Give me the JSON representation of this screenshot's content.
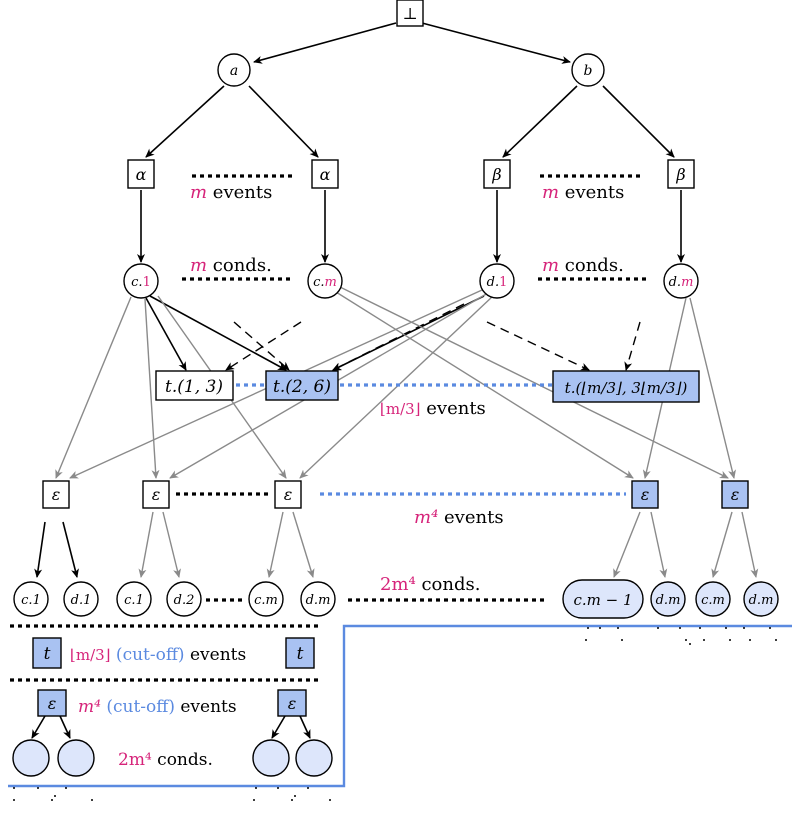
{
  "nodes": {
    "bottom": "⊥",
    "a": "a",
    "b": "b",
    "alpha": "α",
    "beta": "β",
    "c1_prefix": "c.",
    "c1_index": "1",
    "cm_prefix": "c.",
    "cm_index": "m",
    "d1_prefix": "d.",
    "d1_index": "1",
    "dm_prefix": "d.",
    "dm_index": "m",
    "t13": "t.(1, 3)",
    "t26": "t.(2, 6)",
    "tlast": "t.(⌊m/3⌋, 3⌊m/3⌋)",
    "eps": "ε",
    "t": "t",
    "cond_c1": "c.1",
    "cond_d1": "d.1",
    "cond_c1b": "c.1",
    "cond_d2": "d.2",
    "cond_cm": "c.m",
    "cond_dm": "d.m",
    "cond_cm1": "c.m − 1",
    "cond_dm2": "d.m",
    "cond_cm3": "c.m",
    "cond_dm3": "d.m"
  },
  "labels": {
    "m_events_1_m": "m",
    "m_events_1_txt": " events",
    "m_events_2_m": "m",
    "m_events_2_txt": " events",
    "m_conds_1_m": "m",
    "m_conds_1_txt": " conds.",
    "m_conds_2_m": "m",
    "m_conds_2_txt": " conds.",
    "floor_events_m": "⌊m/3⌋",
    "floor_events_txt": " events",
    "m4_events_m": "m⁴",
    "m4_events_txt": " events",
    "two_m4_conds_m": "2m⁴",
    "two_m4_conds_txt": " conds.",
    "cutoff_t_m": "⌊m/3⌋",
    "cutoff_t_blue": " (cut-off)",
    "cutoff_t_txt": " events",
    "cutoff_e_m": "m⁴",
    "cutoff_e_blue": " (cut-off)",
    "cutoff_e_txt": " events",
    "bottom_conds_m": "2m⁴",
    "bottom_conds_txt": " conds."
  },
  "colors": {
    "highlight_fill": "#a9c2f2",
    "cond_fill": "#dde6fb",
    "accent_magenta": "#d6247a",
    "accent_blue": "#5b8ae0",
    "gray_arc": "#8a8a8a"
  }
}
